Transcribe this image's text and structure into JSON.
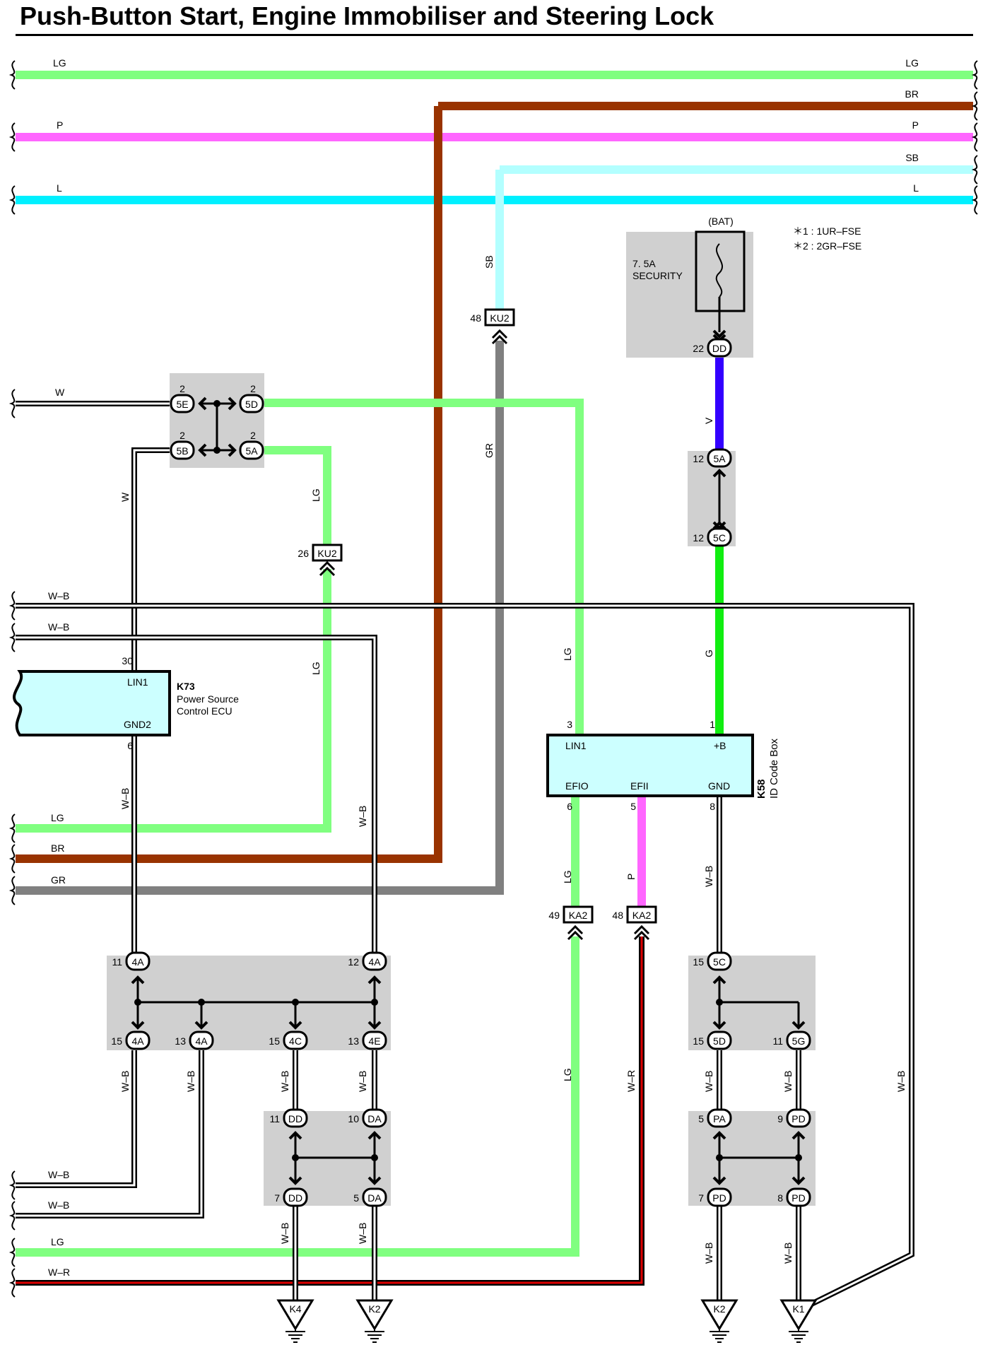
{
  "title": "Push-Button Start, Engine Immobiliser and Steering Lock",
  "wire_colors": {
    "LG": "#80ff80",
    "P": "#ff66ff",
    "L": "#00f0ff",
    "BR": "#993300",
    "SB": "#b3ffff",
    "GR": "#808080",
    "V": "#3300ff",
    "G": "#11ee11",
    "R": "#dd0000",
    "box": "#d0d0d0",
    "ecu": "#ccffff"
  },
  "bus_labels": {
    "lg_left": "LG",
    "lg_right": "LG",
    "br_right": "BR",
    "p_left": "P",
    "p_right": "P",
    "sb_right": "SB",
    "l_left": "L",
    "l_right": "L"
  },
  "notes": [
    "＊1 : 1UR–FSE",
    "＊2 : 2GR–FSE"
  ],
  "fuse": {
    "source": "(BAT)",
    "rating": "7. 5A",
    "name": "SECURITY",
    "pin": "22",
    "conn": "DD"
  },
  "ecu_k73": {
    "id": "K73",
    "name_line1": "Power Source",
    "name_line2": "Control ECU",
    "pin_lin1": "LIN1",
    "pin_gnd2": "GND2",
    "num_lin1": "30",
    "num_gnd2": "6"
  },
  "ecu_k58": {
    "id": "K58",
    "name": "ID Code Box",
    "pin_lin1": "LIN1",
    "pin_b": "+B",
    "pin_efio": "EFIO",
    "pin_efii": "EFII",
    "pin_gnd": "GND",
    "num_lin1": "3",
    "num_b": "1",
    "num_efio": "6",
    "num_efii": "5",
    "num_gnd": "8"
  },
  "connectors": {
    "ku2_sb": {
      "pin": "48",
      "name": "KU2"
    },
    "ku2_lg": {
      "pin": "26",
      "name": "KU2"
    },
    "ka2_lg": {
      "pin": "49",
      "name": "KA2"
    },
    "ka2_p": {
      "pin": "48",
      "name": "KA2"
    }
  },
  "junctions": {
    "j5E": {
      "pin": "2",
      "name": "5E"
    },
    "j5D": {
      "pin": "2",
      "name": "5D"
    },
    "j5B": {
      "pin": "2",
      "name": "5B"
    },
    "j5A": {
      "pin": "2",
      "name": "5A"
    },
    "jv5A": {
      "pin": "12",
      "name": "5A"
    },
    "jv5C": {
      "pin": "12",
      "name": "5C"
    },
    "j4A11": {
      "pin": "11",
      "name": "4A"
    },
    "j4A12": {
      "pin": "12",
      "name": "4A"
    },
    "j4A15": {
      "pin": "15",
      "name": "4A"
    },
    "j4A13": {
      "pin": "13",
      "name": "4A"
    },
    "j4C15": {
      "pin": "15",
      "name": "4C"
    },
    "j4E13": {
      "pin": "13",
      "name": "4E"
    },
    "jDD11": {
      "pin": "11",
      "name": "DD"
    },
    "jDA10": {
      "pin": "10",
      "name": "DA"
    },
    "jDD7": {
      "pin": "7",
      "name": "DD"
    },
    "jDA5": {
      "pin": "5",
      "name": "DA"
    },
    "j5C15": {
      "pin": "15",
      "name": "5C"
    },
    "j5D15": {
      "pin": "15",
      "name": "5D"
    },
    "j5G11": {
      "pin": "11",
      "name": "5G"
    },
    "jPA5": {
      "pin": "5",
      "name": "PA"
    },
    "jPD9": {
      "pin": "9",
      "name": "PD"
    },
    "jPD7": {
      "pin": "7",
      "name": "PD"
    },
    "jPD8": {
      "pin": "8",
      "name": "PD"
    }
  },
  "grounds": {
    "g1": "K4",
    "g2": "K2",
    "g3": "K2",
    "g4": "K1"
  },
  "wire_labels": {
    "w_left_top": "W",
    "w_vert_left": "W",
    "wb_bus1": "W–B",
    "wb_bus2": "W–B",
    "lg_ku2_upper": "LG",
    "lg_ku2_lower": "LG",
    "sb_vert": "SB",
    "gr_vert": "GR",
    "v_vert": "V",
    "g_vert": "G",
    "lg_k58_upper": "LG",
    "lg_k58_mid": "LG",
    "lg_k58_lower": "LG",
    "p_vert": "P",
    "wr_vert": "W–R",
    "wb_k58": "W–B",
    "wb_k73": "W–B",
    "wb_col430": "W–B",
    "lg_left_mid": "LG",
    "br_left_mid": "BR",
    "gr_left_mid": "GR",
    "wb_l1": "W–B",
    "wb_l2": "W–B",
    "wb_l3": "W–B",
    "wb_l4": "W–B",
    "wb_l5": "W–B",
    "wb_l6": "W–B",
    "wb_r1": "W–B",
    "wb_r2": "W–B",
    "wb_r3": "W–B",
    "wb_r4": "W–B",
    "wb_far": "W–B",
    "wb_bot1": "W–B",
    "wb_bot2": "W–B",
    "lg_bot": "LG",
    "wr_bot": "W–R"
  }
}
